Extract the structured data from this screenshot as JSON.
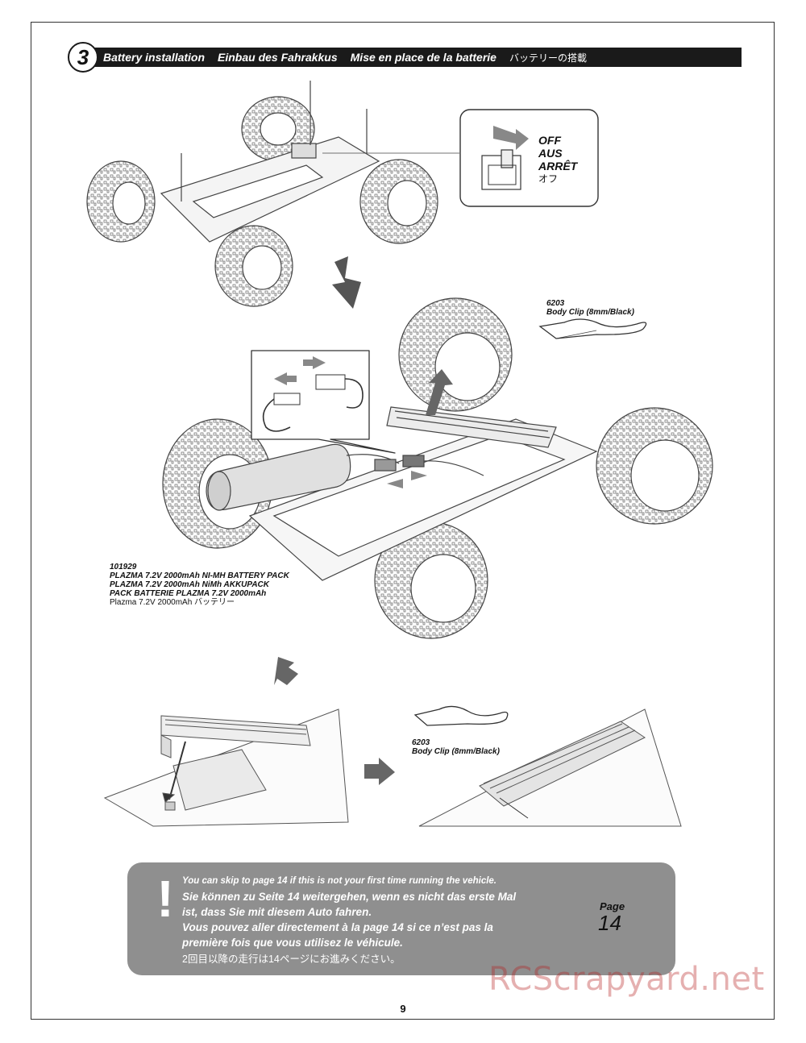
{
  "header": {
    "step_number": "3",
    "title_en": "Battery installation",
    "title_de": "Einbau des Fahrakkus",
    "title_fr": "Mise en place de la batterie",
    "title_jp": "バッテリーの搭載"
  },
  "switch_callout": {
    "line_en": "OFF",
    "line_de": "AUS",
    "line_fr": "ARRÊT",
    "line_jp": "オフ"
  },
  "body_clip": {
    "part_number": "6203",
    "description": "Body Clip (8mm/Black)"
  },
  "battery": {
    "part_number": "101929",
    "line_en": "PLAZMA 7.2V 2000mAh NI-MH BATTERY PACK",
    "line_de": "PLAZMA 7.2V 2000mAh NiMh AKKUPACK",
    "line_fr": "PACK BATTERIE PLAZMA 7.2V 2000mAh",
    "line_jp": "Plazma 7.2V 2000mAh バッテリー"
  },
  "note": {
    "en": "You can skip to page 14 if this is not your first time running the vehicle.",
    "de": "Sie können zu Seite 14 weitergehen, wenn es nicht das erste Mal ist, dass Sie mit diesem Auto fahren.",
    "fr": "Vous pouvez aller directement à la page 14 si ce n’est pas la première fois que vous utilisez le véhicule.",
    "jp": "2回目以降の走行は14ページにお進みください。",
    "book_label": "Page",
    "book_page": "14"
  },
  "watermark": "RCScrapyard.net",
  "page_number": "9",
  "colors": {
    "header_bg": "#1a1a1a",
    "note_bg": "#8f8f8f",
    "watermark": "#b41e1e",
    "arrow": "#555555"
  }
}
